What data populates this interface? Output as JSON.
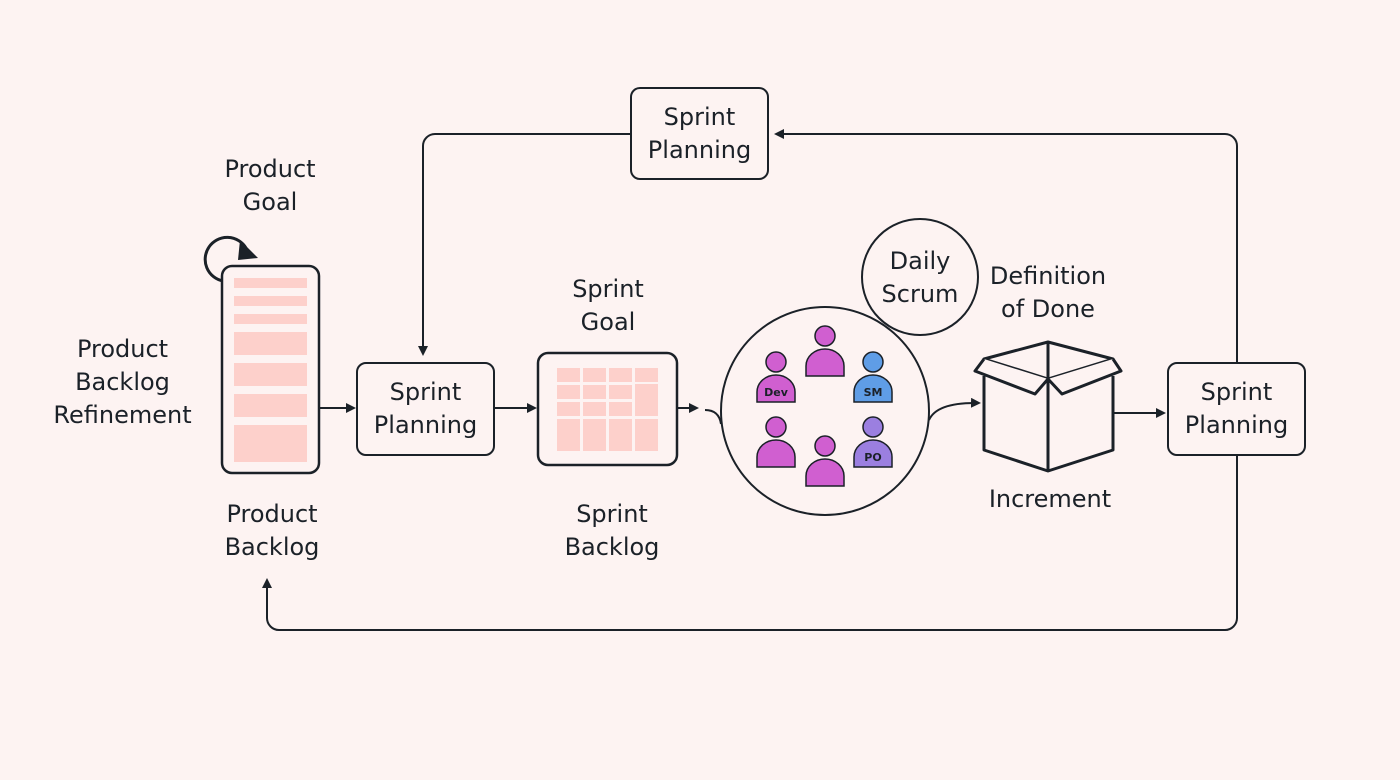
{
  "colors": {
    "background": "#fdf3f2",
    "stroke": "#1b2128",
    "backlog_fill": "#fdd0cb",
    "dev_fill": "#d05fd0",
    "sm_fill": "#5f9de6",
    "po_fill": "#9b7fe0"
  },
  "labels": {
    "product_goal": "Product\nGoal",
    "product_backlog_refinement": "Product\nBacklog\nRefinement",
    "product_backlog": "Product\nBacklog",
    "sprint_goal": "Sprint\nGoal",
    "sprint_backlog": "Sprint\nBacklog",
    "definition_of_done": "Definition\nof Done",
    "increment": "Increment",
    "daily_scrum": "Daily\nScrum"
  },
  "boxes": {
    "sprint_planning_top": "Sprint\nPlanning",
    "sprint_planning_main": "Sprint\nPlanning",
    "sprint_planning_right": "Sprint\nPlanning"
  },
  "team": {
    "badges": {
      "dev": "Dev",
      "sm": "SM",
      "po": "PO"
    }
  }
}
